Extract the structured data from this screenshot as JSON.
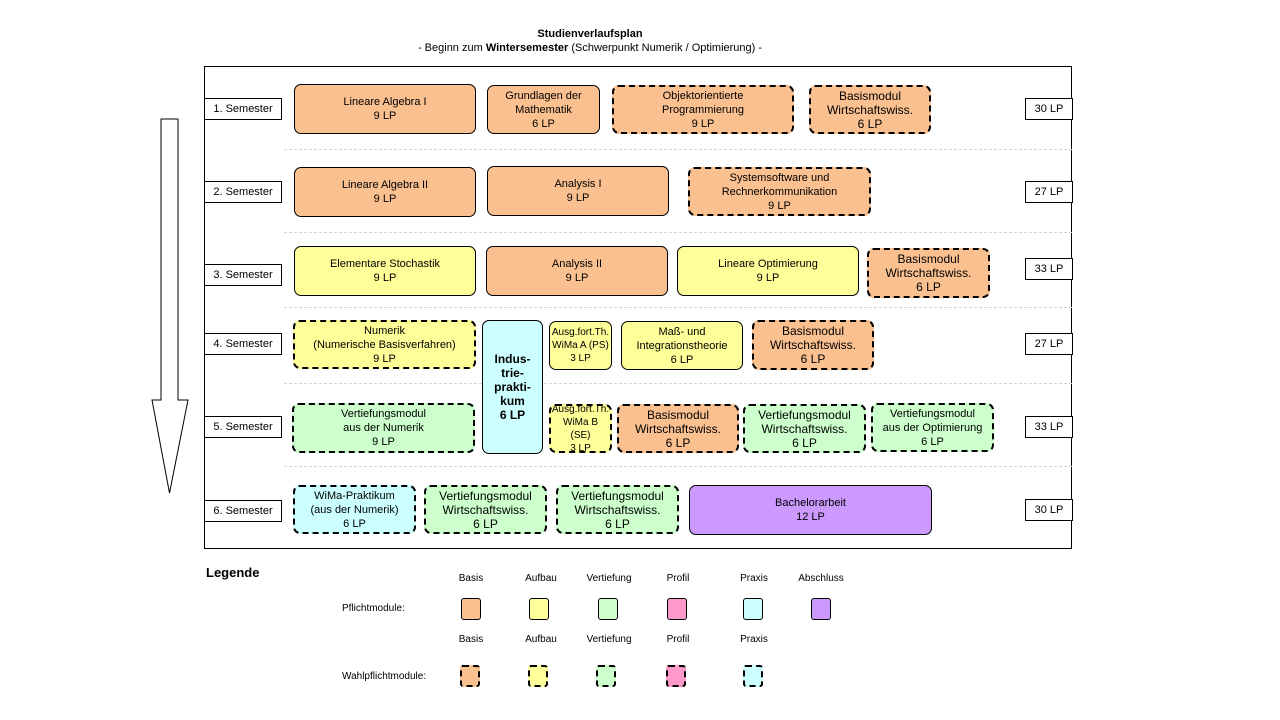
{
  "title": "Studienverlaufsplan",
  "subtitle": {
    "prefix": "- Beginn zum ",
    "bold": "Wintersemester",
    "suffix": " (Schwerpunkt Numerik / Optimierung) -"
  },
  "semesters": [
    {
      "label": "1. Semester",
      "lp": "30 LP"
    },
    {
      "label": "2. Semester",
      "lp": "27 LP"
    },
    {
      "label": "3. Semester",
      "lp": "33 LP"
    },
    {
      "label": "4. Semester",
      "lp": "27 LP"
    },
    {
      "label": "5. Semester",
      "lp": "33 LP"
    },
    {
      "label": "6. Semester",
      "lp": "30 LP"
    }
  ],
  "modules": {
    "m1a": {
      "name": "Lineare Algebra I",
      "lp": "9 LP"
    },
    "m1b": {
      "name": "Grundlagen der\nMathematik",
      "lp": "6 LP"
    },
    "m1c": {
      "name": "Objektorientierte\nProgrammierung",
      "lp": "9 LP"
    },
    "m1d": {
      "name": "Basismodul\nWirtschaftswiss.",
      "lp": "6 LP"
    },
    "m2a": {
      "name": "Lineare Algebra II",
      "lp": "9 LP"
    },
    "m2b": {
      "name": "Analysis I",
      "lp": "9 LP"
    },
    "m2c": {
      "name": "Systemsoftware und\nRechnerkommunikation",
      "lp": "9 LP"
    },
    "m3a": {
      "name": "Elementare Stochastik",
      "lp": "9 LP"
    },
    "m3b": {
      "name": "Analysis II",
      "lp": "9 LP"
    },
    "m3c": {
      "name": "Lineare Optimierung",
      "lp": "9 LP"
    },
    "m3d": {
      "name": "Basismodul\nWirtschaftswiss.",
      "lp": "6 LP"
    },
    "m4a": {
      "name": "Numerik\n(Numerische Basisverfahren)",
      "lp": "9 LP"
    },
    "m4b": {
      "name": "Industrie-\npraktikum",
      "lp": "6 LP",
      "display": "Indus-\ntrie-\nprakti-\nkum"
    },
    "m4c": {
      "name": "Ausg.fort.Th.\nWiMa A (PS)",
      "lp": "3 LP"
    },
    "m4d": {
      "name": "Maß- und\nIntegrationstheorie",
      "lp": "6 LP"
    },
    "m4e": {
      "name": "Basismodul\nWirtschaftswiss.",
      "lp": "6 LP"
    },
    "m5a": {
      "name": "Vertiefungsmodul\naus der Numerik",
      "lp": "9 LP"
    },
    "m5b": {
      "name": "Ausg.fort.Th.\nWiMa B (SE)",
      "lp": "3 LP"
    },
    "m5c": {
      "name": "Basismodul\nWirtschaftswiss.",
      "lp": "6 LP"
    },
    "m5d": {
      "name": "Vertiefungsmodul\nWirtschaftswiss.",
      "lp": "6 LP"
    },
    "m5e": {
      "name": "Vertiefungsmodul\naus der Optimierung",
      "lp": "6 LP"
    },
    "m6a": {
      "name": "WiMa-Praktikum\n(aus der Numerik)",
      "lp": "6 LP"
    },
    "m6b": {
      "name": "Vertiefungsmodul\nWirtschaftswiss.",
      "lp": "6 LP"
    },
    "m6c": {
      "name": "Vertiefungsmodul\nWirtschaftswiss.",
      "lp": "6 LP"
    },
    "m6d": {
      "name": "Bachelorarbeit",
      "lp": "12 LP"
    }
  },
  "legend": {
    "title": "Legende",
    "pflicht_label": "Pflichtmodule:",
    "wahl_label": "Wahlpflichtmodule:",
    "categories": [
      "Basis",
      "Aufbau",
      "Vertiefung",
      "Profil",
      "Praxis",
      "Abschluss"
    ],
    "colors": {
      "basis": "#fac090",
      "aufbau": "#ffff99",
      "vertiefung": "#ccffcc",
      "profil": "#ff99cc",
      "praxis": "#ccffff",
      "abschluss": "#cc99ff"
    }
  }
}
